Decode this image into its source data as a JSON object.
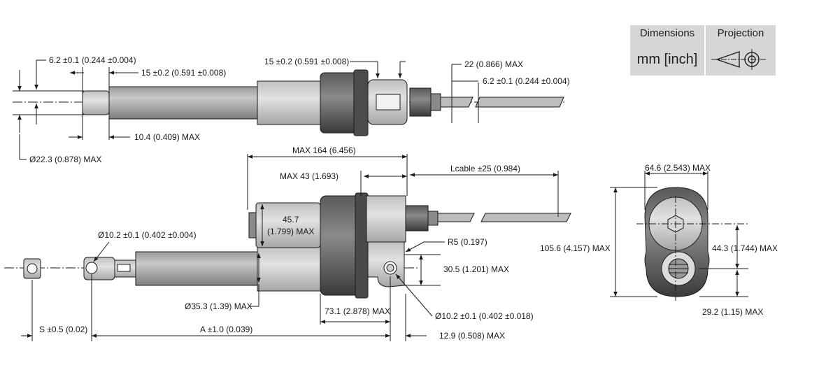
{
  "legend": {
    "dimensions_header": "Dimensions",
    "projection_header": "Projection",
    "units": "mm [inch]",
    "projection_icon": "first-angle-projection-icon"
  },
  "top_view": {
    "rod_end_dia": "6.2 ±0.1 (0.244 ±0.004)",
    "slot_len": "15 ±0.2 (0.591 ±0.008)",
    "rod_end_len": "10.4 (0.409) MAX",
    "body_dia": "Ø22.3 (0.878) MAX",
    "rear_slot_len": "15 ±0.2 (0.591 ±0.008)",
    "cable_gland_len": "22 (0.866) MAX",
    "rear_end_dia": "6.2 ±0.1 (0.244 ±0.004)"
  },
  "side_view": {
    "overall_len": "MAX 164 (6.456)",
    "motor_len": "MAX 43 (1.693)",
    "cable_len": "Lcable ±25 (0.984)",
    "motor_dia_value": "45.7",
    "motor_dia_inch": "(1.799) MAX",
    "front_hole": "Ø10.2 ±0.1 (0.402 ±0.004)",
    "radius": "R5 (0.197)",
    "bracket_height": "30.5 (1.201) MAX",
    "tube_dia": "Ø35.3 (1.39) MAX",
    "bracket_len": "73.1 (2.878) MAX",
    "rear_hole": "Ø10.2 ±0.1 (0.402 ±0.018)",
    "stroke": "S ±0.5 (0.02)",
    "mount_len": "A ±1.0 (0.039)",
    "rear_offset": "12.9 (0.508) MAX"
  },
  "end_view": {
    "width": "64.6 (2.543) MAX",
    "height": "105.6 (4.157) MAX",
    "upper_center": "44.3 (1.744) MAX",
    "lower_center": "29.2 (1.15) MAX"
  }
}
